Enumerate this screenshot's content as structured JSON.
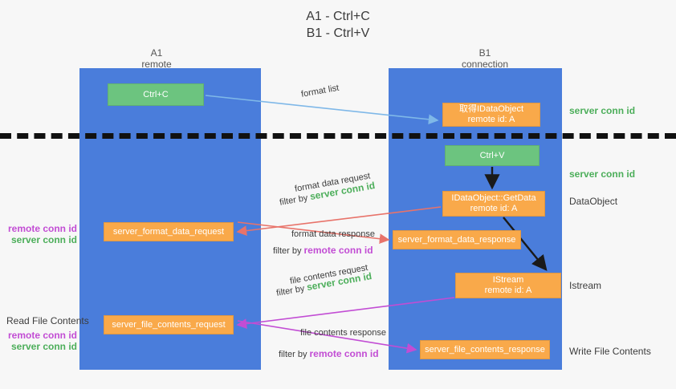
{
  "title": {
    "line1": "A1 - Ctrl+C",
    "line2": "B1 - Ctrl+V"
  },
  "lanes": [
    {
      "id": "a1",
      "name": "A1",
      "sub": "remote",
      "color": "#4a7ddb"
    },
    {
      "id": "b1",
      "name": "B1",
      "sub": "connection",
      "color": "#4a7ddb"
    }
  ],
  "colors": {
    "lane_blue": "#4a7ddb",
    "box_orange": "#f9a94a",
    "box_green": "#6cc47f",
    "server_conn_green": "#4cae5a",
    "remote_conn_purple": "#c24dd4",
    "arrow_blue": "#7fb8e8",
    "arrow_red": "#e8736a",
    "arrow_purple": "#c24dd4",
    "arrow_black": "#1a1a1a",
    "background": "#f7f7f7"
  },
  "boxes": {
    "ctrl_c": {
      "line1": "Ctrl+C",
      "line2": ""
    },
    "idataobject": {
      "line1": "取得IDataObject",
      "line2": "remote id: A"
    },
    "ctrl_v": {
      "line1": "Ctrl+V",
      "line2": ""
    },
    "getdata": {
      "line1": "IDataObject::GetData",
      "line2": "remote id: A"
    },
    "istream": {
      "line1": "IStream",
      "line2": "remote id: A"
    },
    "server_format_data_request": {
      "line1": "server_format_data_request",
      "line2": ""
    },
    "server_format_data_response": {
      "line1": "server_format_data_response",
      "line2": ""
    },
    "server_file_contents_request": {
      "line1": "server_file_contents_request",
      "line2": ""
    },
    "server_file_contents_response": {
      "line1": "server_file_contents_response",
      "line2": ""
    }
  },
  "edge_labels": {
    "format_list": "format list",
    "format_data_request": "format data request",
    "filter_by_prefix": "filter by ",
    "server_conn_id": "server conn id",
    "remote_conn_id": "remote conn id",
    "format_data_response": "format data response",
    "file_contents_request": "file contents request",
    "file_contents_response": "file contents response"
  },
  "right_labels": {
    "server_conn_id_top": "server conn id",
    "server_conn_id_mid": "server conn id",
    "dataobject": "DataObject",
    "istream": "Istream",
    "write_file_contents": "Write File Contents"
  },
  "left_labels": {
    "remote_conn_id": "remote conn id",
    "server_conn_id": "server conn id",
    "read_file_contents": "Read File Contents"
  }
}
